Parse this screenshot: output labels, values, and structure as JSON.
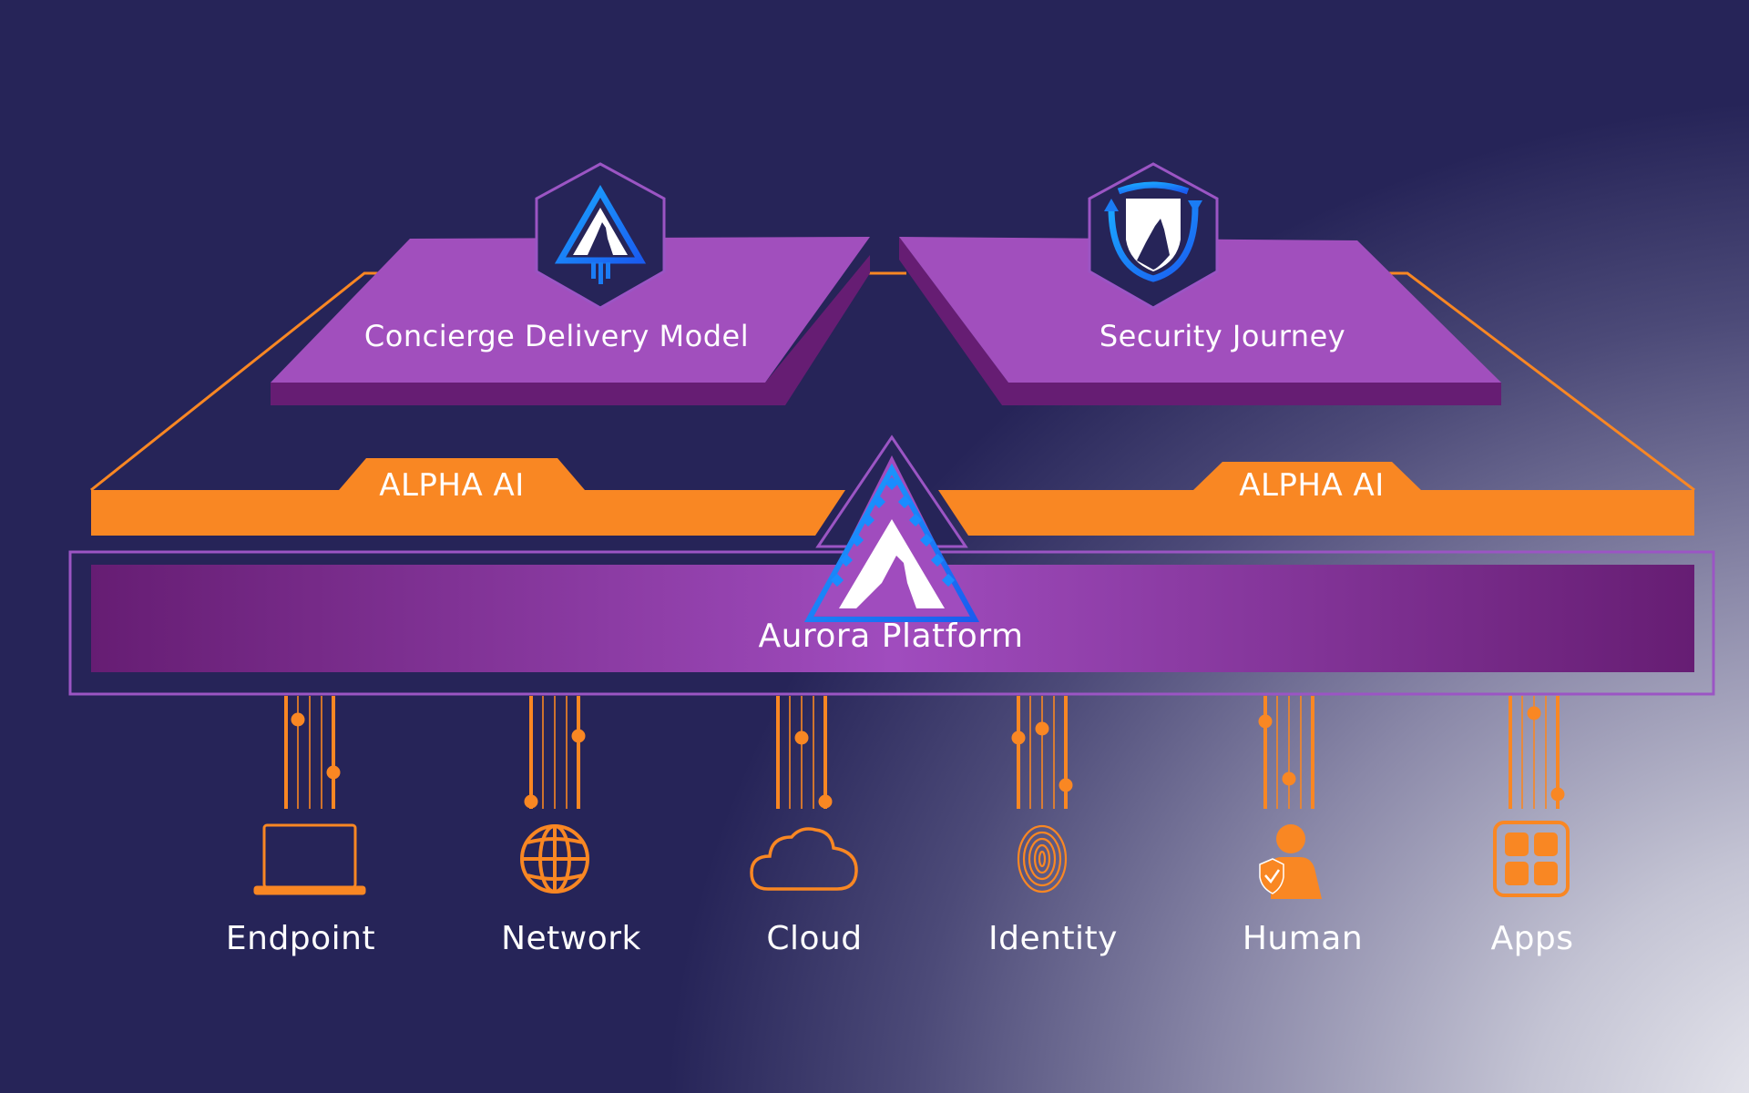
{
  "diagram": {
    "panels": [
      {
        "id": "concierge",
        "title": "Concierge Delivery Model",
        "icon": "wolf-triangle-icon"
      },
      {
        "id": "security",
        "title": "Security Journey",
        "icon": "wolf-shield-icon"
      }
    ],
    "ai_layer": {
      "left_label": "ALPHA AI",
      "right_label": "ALPHA AI"
    },
    "platform": {
      "title": "Aurora Platform",
      "icon": "aurora-wolf-logo-icon"
    },
    "domains": [
      {
        "label": "Endpoint",
        "icon": "laptop-icon"
      },
      {
        "label": "Network",
        "icon": "globe-icon"
      },
      {
        "label": "Cloud",
        "icon": "cloud-icon"
      },
      {
        "label": "Identity",
        "icon": "fingerprint-icon"
      },
      {
        "label": "Human",
        "icon": "person-shield-icon"
      },
      {
        "label": "Apps",
        "icon": "apps-grid-icon"
      }
    ]
  },
  "colors": {
    "background": "#262458",
    "panel_top": "#a14fbd",
    "panel_side": "#661d73",
    "orange": "#f98723",
    "platform_edge": "#6b1f7a",
    "platform_center": "#a04cbe",
    "frame": "#9b55c4",
    "icon_blue": "#1e7cf5",
    "text": "#ffffff"
  }
}
